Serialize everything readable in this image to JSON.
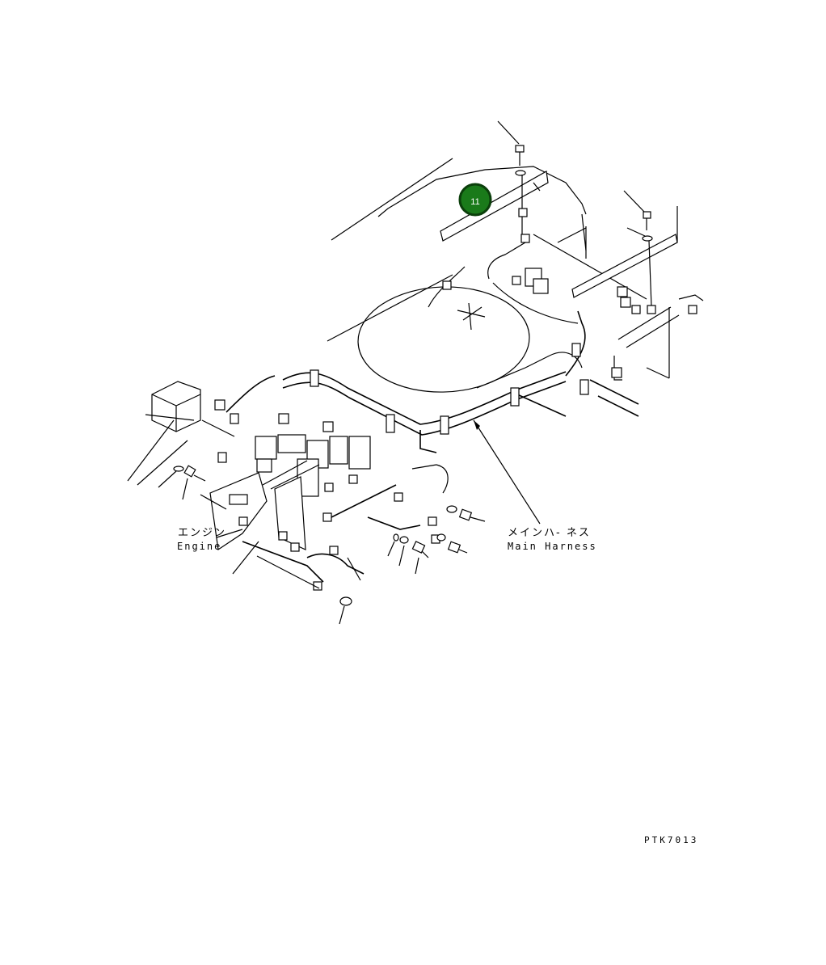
{
  "callout": {
    "number": "11",
    "fill_color": "#1a7a1a",
    "ring_color": "#0b3f0b"
  },
  "labels": {
    "engine_jp": "エンジン",
    "engine_en": "Engine",
    "main_harness_jp": "メインハ- ネス",
    "main_harness_en": "Main Harness"
  },
  "drawing_code": "PTK7013"
}
